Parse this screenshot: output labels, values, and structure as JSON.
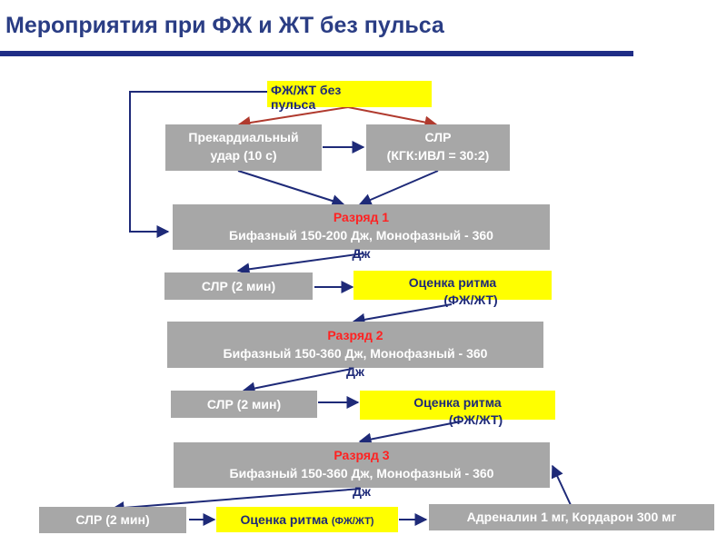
{
  "title": "Мероприятия при ФЖ и ЖТ без пульса",
  "nodes": {
    "start": {
      "line1": "ФЖ/ЖТ без",
      "line2": "пульса"
    },
    "precordial": {
      "line1": "Прекардиальный",
      "line2": "удар (10 с)"
    },
    "cpr_start": {
      "line1": "СЛР",
      "line2": "(КГК:ИВЛ = 30:2)"
    },
    "shock1": {
      "heading": "Разряд 1",
      "line2": "Бифазный 150-200 Дж, Монофазный - 360",
      "line3": "Дж"
    },
    "cpr1": {
      "label": "СЛР (2 мин)"
    },
    "rhythm1": {
      "line1": "Оценка ритма",
      "line2": "(ФЖ/ЖТ)"
    },
    "shock2": {
      "heading": "Разряд 2",
      "line2": "Бифазный 150-360 Дж, Монофазный - 360",
      "line3": "Дж"
    },
    "cpr2": {
      "label": "СЛР (2 мин)"
    },
    "rhythm2": {
      "line1": "Оценка ритма",
      "line2": "(ФЖ/ЖТ)"
    },
    "shock3": {
      "heading": "Разряд 3",
      "line2": "Бифазный 150-360 Дж, Монофазный - 360",
      "line3": "Дж"
    },
    "cpr3": {
      "label": "СЛР (2 мин)"
    },
    "rhythm3": {
      "label": "Оценка ритма",
      "label_small": "(ФЖ/ЖТ)"
    },
    "drugs": {
      "label": "Адреналин 1 мг, Кордарон 300 мг"
    }
  },
  "colors": {
    "title": "#2a3d84",
    "rule": "#1f2d86",
    "gray_box": "#a7a7a7",
    "yellow_box": "#ffff00",
    "arrow": "#1e2a78",
    "red_arrow": "#b03a2e",
    "heading_red": "#ff2222"
  }
}
